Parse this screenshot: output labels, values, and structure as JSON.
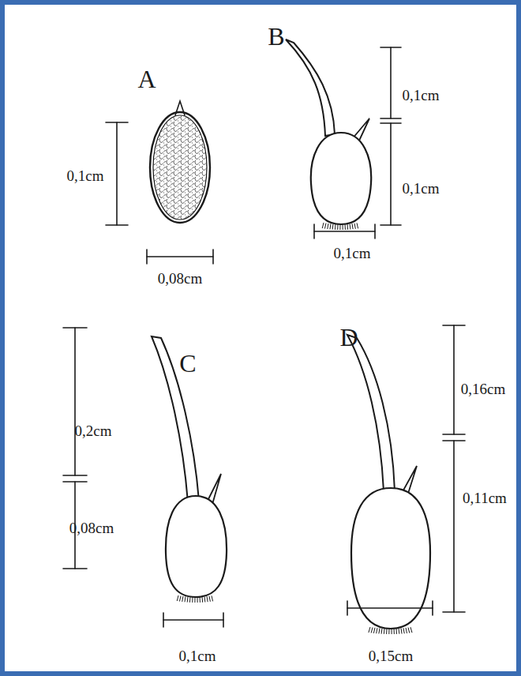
{
  "diagram": {
    "labels": [
      "A",
      "B",
      "C",
      "D",
      "0,1cm",
      "0,08cm",
      "0,1cm",
      "0,1cm",
      "0,1cm",
      "0,2cm",
      "0,08cm",
      "0,1cm",
      "0,16cm",
      "0,11cm",
      "0,15cm"
    ]
  }
}
